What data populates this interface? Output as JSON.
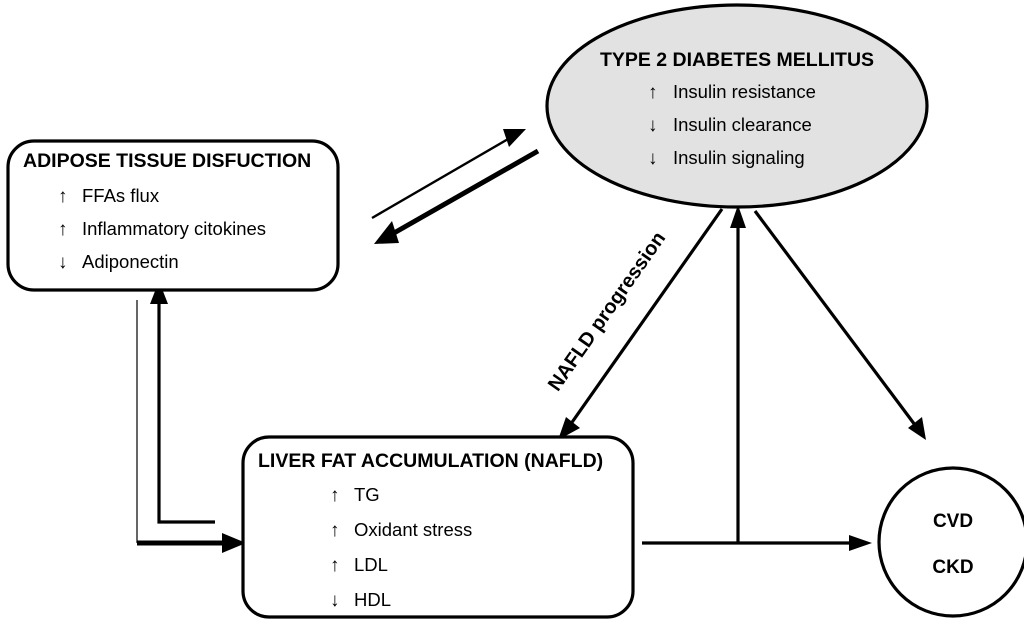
{
  "diagram": {
    "title_hidden": "Pathophysiological links between adipose tissue dysfunction, NAFLD, type 2 diabetes and cardiovascular/chronic kidney disease",
    "background_color": "#ffffff",
    "line_color": "#000000",
    "highlight_fill": "#e2e2e2"
  },
  "nodes": {
    "adipose": {
      "title": "ADIPOSE TISSUE DISFUCTION",
      "items": [
        {
          "arrow": "↑",
          "direction": "up",
          "label": "FFAs flux"
        },
        {
          "arrow": "↑",
          "direction": "up",
          "label": "Inflammatory citokines"
        },
        {
          "arrow": "↓",
          "direction": "down",
          "label": "Adiponectin"
        }
      ]
    },
    "diabetes": {
      "title": "TYPE 2 DIABETES MELLITUS",
      "fill": "#e2e2e2",
      "items": [
        {
          "arrow": "↑",
          "direction": "up",
          "label": "Insulin resistance"
        },
        {
          "arrow": "↓",
          "direction": "down",
          "label": "Insulin clearance"
        },
        {
          "arrow": "↓",
          "direction": "down",
          "label": "Insulin signaling"
        }
      ]
    },
    "liver": {
      "title": "LIVER FAT ACCUMULATION (NAFLD)",
      "items": [
        {
          "arrow": "↑",
          "direction": "up",
          "label": "TG"
        },
        {
          "arrow": "↑",
          "direction": "up",
          "label": "Oxidant stress"
        },
        {
          "arrow": "↑",
          "direction": "up",
          "label": "LDL"
        },
        {
          "arrow": "↓",
          "direction": "down",
          "label": "HDL"
        }
      ]
    },
    "outcomes": {
      "line1": "CVD",
      "line2": "CKD"
    }
  },
  "edges": {
    "adipose_to_diabetes": {
      "label": ""
    },
    "diabetes_to_adipose": {
      "label": ""
    },
    "nafld_progression": {
      "label": "NAFLD progression"
    },
    "liver_to_diabetes": {
      "label": ""
    },
    "liver_to_outcomes": {
      "label": ""
    },
    "diabetes_to_outcomes": {
      "label": ""
    },
    "liver_to_adipose": {
      "label": ""
    },
    "adipose_to_liver": {
      "label": ""
    }
  }
}
